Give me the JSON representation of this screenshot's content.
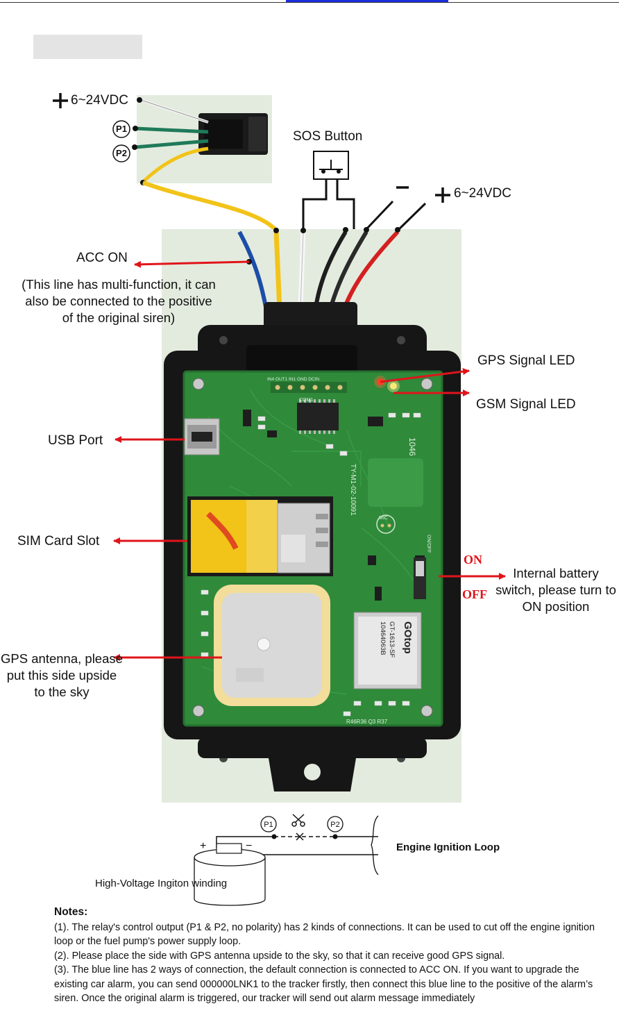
{
  "labels": {
    "power_connector": "6~24VDC",
    "p1": "P1",
    "p2": "P2",
    "sos_button": "SOS Button",
    "minus": "−",
    "power_main": "6~24VDC",
    "acc_on": "ACC ON",
    "acc_note": "(This line has multi-function, it can also be connected to the positive of the original siren)",
    "gps_led": "GPS Signal LED",
    "gsm_led": "GSM Signal LED",
    "usb_port": "USB Port",
    "sim_slot": "SIM Card Slot",
    "on": "ON",
    "off": "OFF",
    "battery_switch": "Internal battery switch, please turn to ON position",
    "gps_antenna": "GPS antenna, please put this side upside to the sky",
    "module_brand": "GOtop",
    "module_model": "GT-1613-SF",
    "module_serial": "10464063B",
    "pcb_code": "TY-M1-02-10091",
    "pcb_mic": "MIC",
    "pcb_onoff": "ON/OFF",
    "pcb_com1": "COM1",
    "pcb_header": "IN4 OUT1 IN1 GND DCIN",
    "pcb_ver": "1046",
    "pcb_r_bottom": "R46R36 Q3 R37"
  },
  "ignition": {
    "p1": "P1",
    "p2": "P2",
    "plus": "+",
    "minus": "−",
    "loop_label": "Engine Ignition Loop",
    "coil_label": "High-Voltage Ingiton winding"
  },
  "notes": {
    "heading": "Notes:",
    "items": [
      "(1). The relay's control output (P1 & P2, no polarity) has 2 kinds of connections. It can be used to cut off the engine ignition loop or the fuel pump's power supply loop.",
      "(2). Please place the side with GPS antenna upside to the sky, so that it can receive good GPS signal.",
      "(3). The blue line has 2 ways of connection, the default connection is connected to ACC ON. If you want to upgrade the existing car alarm, you can send 000000LNK1 to the tracker firstly, then connect this blue line to the positive of the alarm’s siren. Once the original alarm is triggered, our tracker will send out alarm message immediately"
    ]
  },
  "colors": {
    "arrow_red": "#e0141a",
    "pcb_green": "#2f8a3a",
    "case_black": "#161616",
    "wire_blue": "#1c4ea8",
    "wire_yellow": "#f2c319",
    "wire_red": "#d42020",
    "photo_bg": "#e3ebde"
  }
}
